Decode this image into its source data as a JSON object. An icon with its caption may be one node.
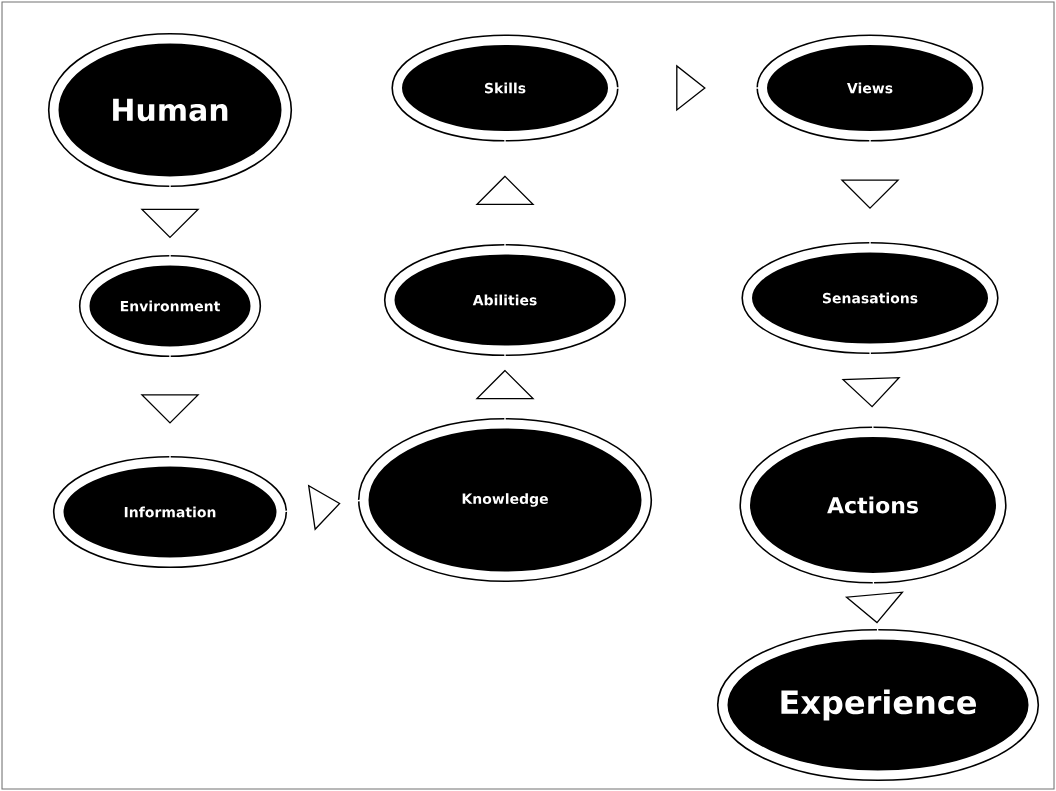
{
  "diagram": {
    "nodes": [
      {
        "text": [
          "Human"
        ]
      },
      {
        "text": [
          "Environment"
        ]
      },
      {
        "text": [
          "Information"
        ]
      },
      {
        "text": [
          "Knowledge"
        ]
      },
      {
        "text": [
          "Abilities"
        ]
      },
      {
        "text": [
          "Skills"
        ]
      },
      {
        "text": [
          "Views"
        ]
      },
      {
        "text": [
          "Senasations"
        ]
      },
      {
        "text": [
          "Actions"
        ]
      },
      {
        "text": [
          "Experience"
        ]
      }
    ],
    "edges": [
      {
        "from": 0,
        "to": 1,
        "arrow": "to"
      },
      {
        "from": 1,
        "to": 2,
        "arrow": "to"
      },
      {
        "from": 2,
        "to": 3,
        "arrow": "to"
      },
      {
        "from": 3,
        "to": 4,
        "arrow": "to"
      },
      {
        "from": 4,
        "to": 5,
        "arrow": "to"
      },
      {
        "from": 5,
        "to": 6,
        "arrow": "to"
      },
      {
        "from": 6,
        "to": 7,
        "arrow": "to"
      },
      {
        "from": 7,
        "to": 8,
        "arrow": "to"
      },
      {
        "from": 8,
        "to": 9,
        "arrow": "to"
      }
    ]
  }
}
